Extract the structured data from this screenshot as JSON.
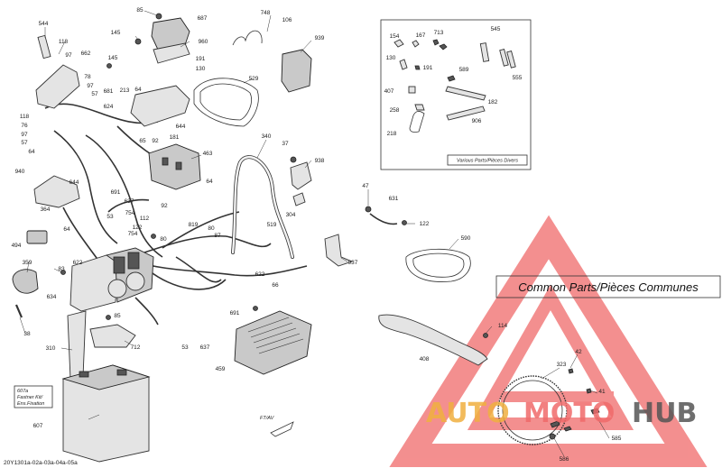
{
  "document_code": "20Y1301a-02a-03a-04a-05a",
  "various_parts_label": "Various Parts/Pièces Divers",
  "common_parts_label": "Common Parts/Pièces Communes",
  "fastener_kit_label": [
    "607a",
    "Fastner Kit/",
    "Ens.Fixation"
  ],
  "front_arrow_label": "FT/AV",
  "watermark": {
    "auto": "AUTO",
    "moto": "MOTO",
    "hub": "HUB",
    "accent_color": "#f06a6a",
    "dark_color": "#555555"
  },
  "callouts": [
    {
      "id": "c544",
      "text": "544"
    },
    {
      "id": "c118a",
      "text": "118"
    },
    {
      "id": "c97a",
      "text": "97"
    },
    {
      "id": "c662",
      "text": "662"
    },
    {
      "id": "c78",
      "text": "78"
    },
    {
      "id": "c97b",
      "text": "97"
    },
    {
      "id": "c57a",
      "text": "57"
    },
    {
      "id": "c118b",
      "text": "118"
    },
    {
      "id": "c76",
      "text": "76"
    },
    {
      "id": "c97c",
      "text": "97"
    },
    {
      "id": "c57b",
      "text": "57"
    },
    {
      "id": "c64a",
      "text": "64"
    },
    {
      "id": "c940",
      "text": "940"
    },
    {
      "id": "c364",
      "text": "364"
    },
    {
      "id": "c494",
      "text": "494"
    },
    {
      "id": "c359",
      "text": "359"
    },
    {
      "id": "c83",
      "text": "83"
    },
    {
      "id": "c634",
      "text": "634"
    },
    {
      "id": "c38",
      "text": "38"
    },
    {
      "id": "c85a",
      "text": "85"
    },
    {
      "id": "c687",
      "text": "687"
    },
    {
      "id": "c145a",
      "text": "145"
    },
    {
      "id": "c960",
      "text": "960"
    },
    {
      "id": "c145b",
      "text": "145"
    },
    {
      "id": "c191",
      "text": "191"
    },
    {
      "id": "c130",
      "text": "130"
    },
    {
      "id": "c681",
      "text": "681"
    },
    {
      "id": "c213",
      "text": "213"
    },
    {
      "id": "c64b",
      "text": "64"
    },
    {
      "id": "c624",
      "text": "624"
    },
    {
      "id": "c644a",
      "text": "644"
    },
    {
      "id": "c65",
      "text": "65"
    },
    {
      "id": "c92a",
      "text": "92"
    },
    {
      "id": "c181",
      "text": "181"
    },
    {
      "id": "c644b",
      "text": "644"
    },
    {
      "id": "c691a",
      "text": "691"
    },
    {
      "id": "c637a",
      "text": "637"
    },
    {
      "id": "c53a",
      "text": "53"
    },
    {
      "id": "c754a",
      "text": "754"
    },
    {
      "id": "c112",
      "text": "112"
    },
    {
      "id": "c122a",
      "text": "122"
    },
    {
      "id": "c754b",
      "text": "754"
    },
    {
      "id": "c80a",
      "text": "80"
    },
    {
      "id": "c64c",
      "text": "64"
    },
    {
      "id": "c622a",
      "text": "622"
    },
    {
      "id": "c85b",
      "text": "85"
    },
    {
      "id": "c310",
      "text": "310"
    },
    {
      "id": "c712",
      "text": "712"
    },
    {
      "id": "c607",
      "text": "607"
    },
    {
      "id": "c748",
      "text": "748"
    },
    {
      "id": "c106",
      "text": "106"
    },
    {
      "id": "c939",
      "text": "939"
    },
    {
      "id": "c529",
      "text": "529"
    },
    {
      "id": "c340",
      "text": "340"
    },
    {
      "id": "c463",
      "text": "463"
    },
    {
      "id": "c92b",
      "text": "92"
    },
    {
      "id": "c64d",
      "text": "64"
    },
    {
      "id": "c819",
      "text": "819"
    },
    {
      "id": "c80b",
      "text": "80"
    },
    {
      "id": "c87",
      "text": "87"
    },
    {
      "id": "c519",
      "text": "519"
    },
    {
      "id": "c622b",
      "text": "622"
    },
    {
      "id": "c691b",
      "text": "691"
    },
    {
      "id": "c53b",
      "text": "53"
    },
    {
      "id": "c637b",
      "text": "637"
    },
    {
      "id": "c66",
      "text": "66"
    },
    {
      "id": "c459",
      "text": "459"
    },
    {
      "id": "c37",
      "text": "37"
    },
    {
      "id": "c938",
      "text": "938"
    },
    {
      "id": "c304",
      "text": "304"
    },
    {
      "id": "c47",
      "text": "47"
    },
    {
      "id": "c631",
      "text": "631"
    },
    {
      "id": "c122b",
      "text": "122"
    },
    {
      "id": "c937",
      "text": "937"
    },
    {
      "id": "c590",
      "text": "590"
    },
    {
      "id": "c408",
      "text": "408"
    },
    {
      "id": "c114",
      "text": "114"
    },
    {
      "id": "c323",
      "text": "323"
    },
    {
      "id": "c42",
      "text": "42"
    },
    {
      "id": "c41",
      "text": "41"
    },
    {
      "id": "c585",
      "text": "585"
    },
    {
      "id": "c586",
      "text": "586"
    },
    {
      "id": "c154",
      "text": "154"
    },
    {
      "id": "c167",
      "text": "167"
    },
    {
      "id": "c713",
      "text": "713"
    },
    {
      "id": "c545",
      "text": "545"
    },
    {
      "id": "c130b",
      "text": "130"
    },
    {
      "id": "c191b",
      "text": "191"
    },
    {
      "id": "c589",
      "text": "589"
    },
    {
      "id": "c555",
      "text": "555"
    },
    {
      "id": "c407",
      "text": "407"
    },
    {
      "id": "c182",
      "text": "182"
    },
    {
      "id": "c258",
      "text": "258"
    },
    {
      "id": "c906",
      "text": "906"
    },
    {
      "id": "c218",
      "text": "218"
    }
  ]
}
